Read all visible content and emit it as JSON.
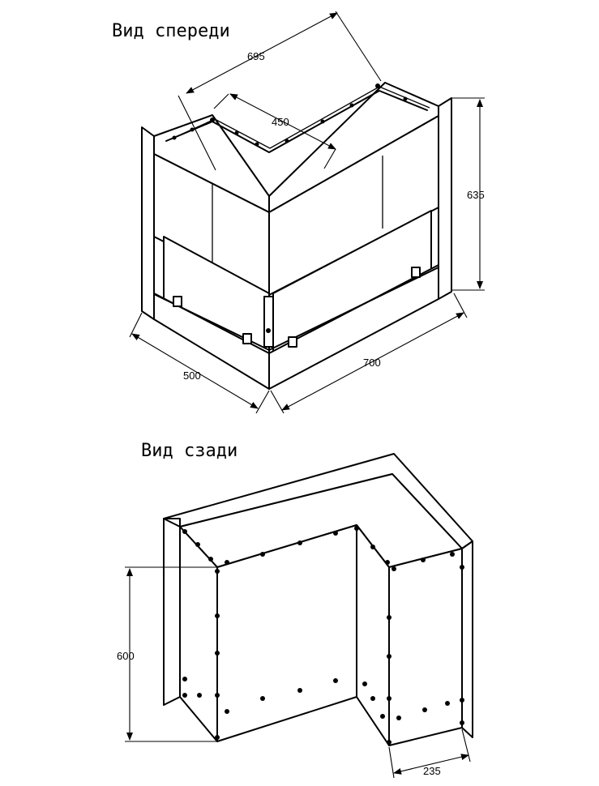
{
  "views": {
    "front": {
      "title": "Вид спереди",
      "dimensions": {
        "top_width": "695",
        "inner_depth": "450",
        "height": "635",
        "left_depth": "500",
        "right_width": "700"
      }
    },
    "back": {
      "title": "Вид сзади",
      "dimensions": {
        "height": "600",
        "side_width": "235"
      }
    }
  },
  "colors": {
    "line": "#000000",
    "background": "#ffffff"
  }
}
